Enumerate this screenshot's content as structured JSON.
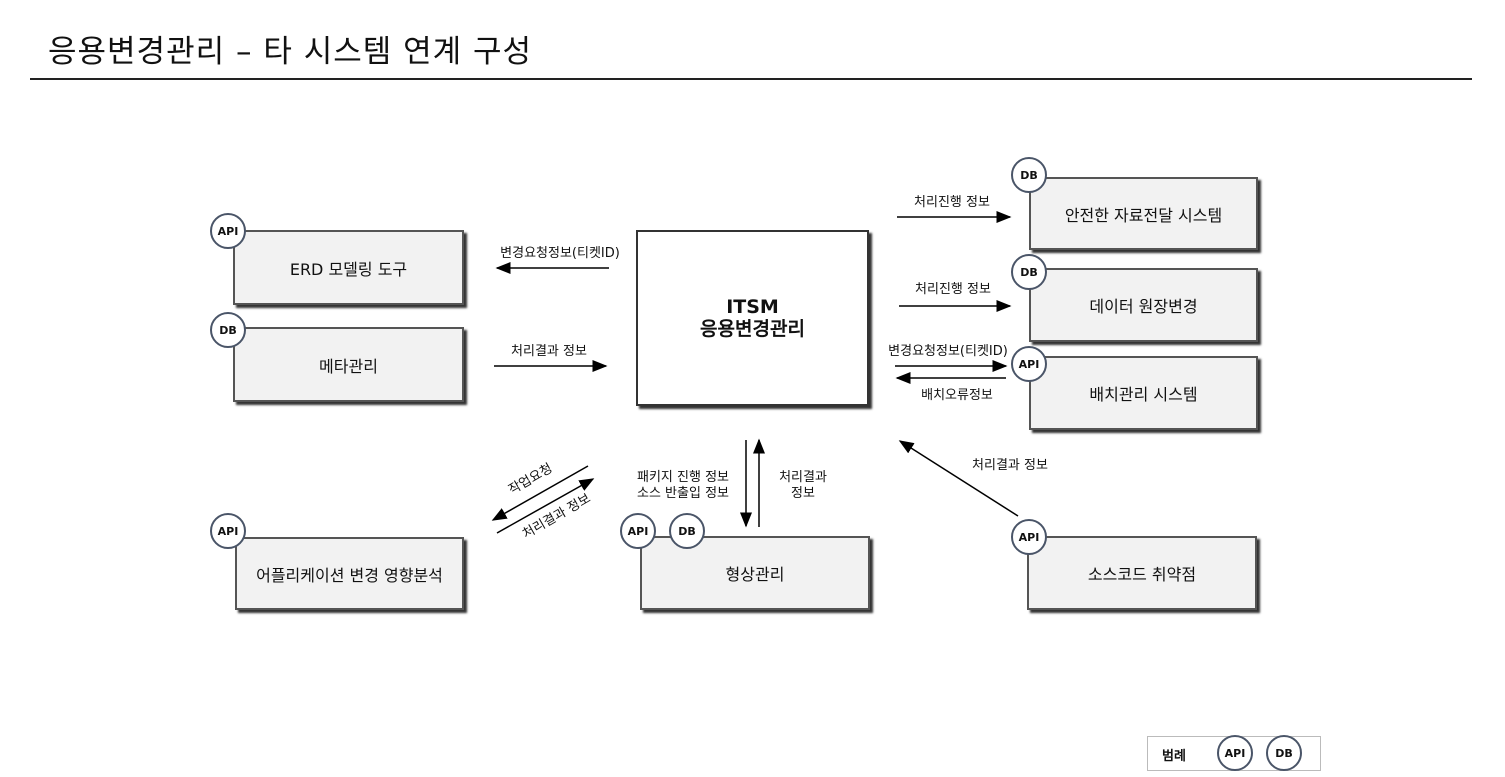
{
  "title": "응용변경관리 – 타 시스템 연계 구성",
  "center": {
    "line1": "ITSM",
    "line2": "응용변경관리"
  },
  "systems": [
    {
      "label": "ERD 모델링 도구",
      "badges": [
        "API"
      ]
    },
    {
      "label": "메타관리",
      "badges": [
        "DB"
      ]
    },
    {
      "label": "안전한 자료전달 시스템",
      "badges": [
        "DB"
      ]
    },
    {
      "label": "데이터 원장변경",
      "badges": [
        "DB"
      ]
    },
    {
      "label": "배치관리 시스템",
      "badges": [
        "API"
      ]
    },
    {
      "label": "어플리케이션 변경 영향분석",
      "badges": [
        "API"
      ]
    },
    {
      "label": "형상관리",
      "badges": [
        "API",
        "DB"
      ]
    },
    {
      "label": "소스코드 취약점",
      "badges": [
        "API"
      ]
    }
  ],
  "flows": {
    "erd": "변경요청정보(티켓ID)",
    "meta": "처리결과 정보",
    "secure": "처리진행 정보",
    "data": "처리진행 정보",
    "batch_out": "변경요청정보(티켓ID)",
    "batch_in": "배치오류정보",
    "source": "처리결과 정보",
    "scm_out_1": "패키지 진행 정보",
    "scm_out_2": "소스 반출입 정보",
    "scm_in_1": "처리결과",
    "scm_in_2": "정보",
    "app_out": "작업요청",
    "app_in": "처리결과 정보"
  },
  "legend": {
    "title": "범례",
    "api": "API",
    "db": "DB"
  }
}
